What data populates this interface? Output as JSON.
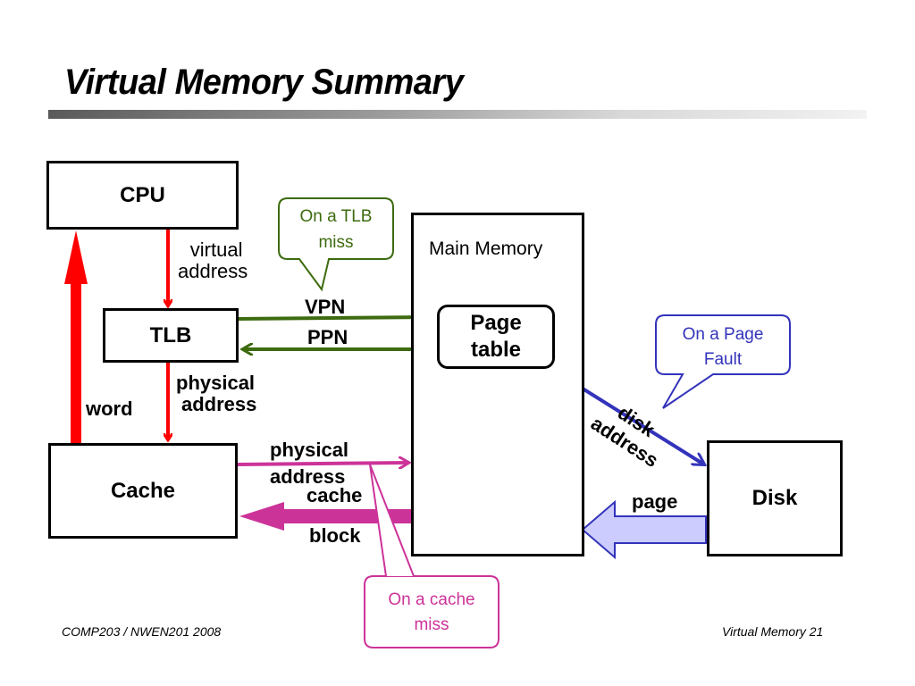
{
  "slide": {
    "title": "Virtual Memory Summary",
    "footer_left": "COMP203 / NWEN201 2008",
    "footer_right": "Virtual Memory 21"
  },
  "colors": {
    "cpu_path": "#ff0000",
    "tlb_miss": "#3d6b0f",
    "page_fault": "#3333bb",
    "cache_miss": "#cc3399",
    "page_arrow_fill": "#ccccff"
  },
  "nodes": {
    "cpu": "CPU",
    "tlb": "TLB",
    "cache": "Cache",
    "main_memory": "Main Memory",
    "page_table": [
      "Page",
      "table"
    ],
    "disk": "Disk"
  },
  "edge_labels": {
    "virtual_address": [
      "virtual",
      "address"
    ],
    "physical_address_tlb": [
      "physical",
      "address"
    ],
    "word": "word",
    "vpn": "VPN",
    "ppn": "PPN",
    "physical_address_cache": [
      "physical",
      "address"
    ],
    "cache_block": [
      "cache",
      "block"
    ],
    "disk_address": [
      "disk",
      "address"
    ],
    "page": "page"
  },
  "callouts": {
    "tlb_miss": [
      "On a TLB",
      "miss"
    ],
    "page_fault": [
      "On a Page",
      "Fault"
    ],
    "cache_miss": [
      "On a cache",
      "miss"
    ]
  }
}
